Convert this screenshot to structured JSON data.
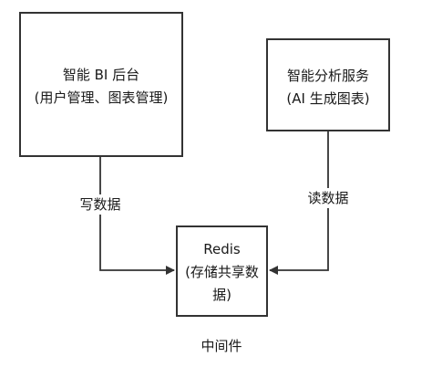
{
  "nodes": {
    "bi_backend": {
      "line1": "智能 BI 后台",
      "line2": "(用户管理、图表管理)"
    },
    "ai_service": {
      "line1": "智能分析服务",
      "line2": "(AI 生成图表)"
    },
    "redis": {
      "line1": "Redis",
      "line2": "(存储共享数",
      "line3": "据)"
    }
  },
  "edges": {
    "write": {
      "label": "写数据"
    },
    "read": {
      "label": "读数据"
    }
  },
  "caption": "中间件",
  "colors": {
    "stroke": "#333333",
    "text": "#1a1a1a",
    "background": "#ffffff"
  }
}
